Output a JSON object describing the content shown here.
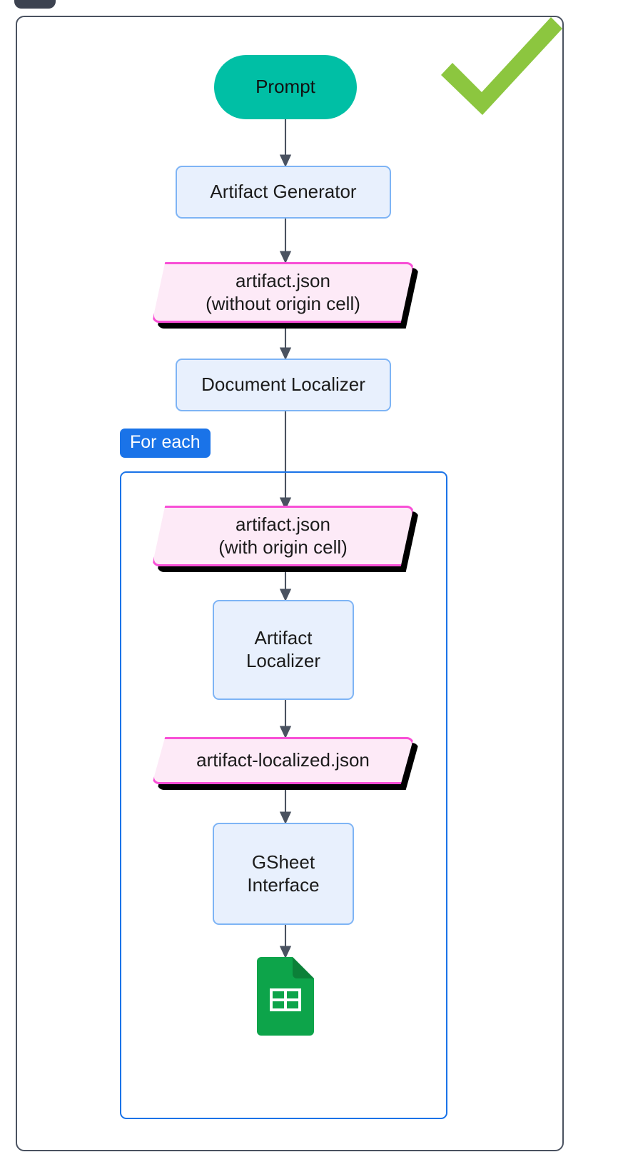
{
  "diagram": {
    "type": "flowchart",
    "direction": "top-down",
    "title": "",
    "status_marker": {
      "icon": "check-mark-icon",
      "color": "#8cc63f",
      "meaning": "approved"
    },
    "tab_stub": {
      "color": "#3c4250"
    },
    "palette": {
      "card_border": "#4a5260",
      "stadium_fill": "#00bfa5",
      "process_fill": "#e8f0fd",
      "process_border": "#7eb4f5",
      "data_fill": "#fdeaf7",
      "data_border": "#f84fd6",
      "data_shadow": "#000000",
      "subgraph_border": "#1a73e8",
      "badge_fill": "#1a73e8",
      "badge_text": "#ffffff",
      "edge_stroke": "#4a5260",
      "gsheet_green": "#0da44a",
      "gsheet_fold": "#0b8038",
      "check_green": "#8cc63f"
    },
    "nodes": [
      {
        "id": "prompt",
        "shape": "stadium",
        "label": "Prompt"
      },
      {
        "id": "artifact-generator",
        "shape": "process",
        "label": "Artifact Generator"
      },
      {
        "id": "artifact-json-no-cell",
        "shape": "parallelogram",
        "label": "artifact.json\n(without origin cell)"
      },
      {
        "id": "document-localizer",
        "shape": "process",
        "label": "Document Localizer"
      },
      {
        "id": "artifact-json-cell",
        "shape": "parallelogram",
        "label": "artifact.json\n(with origin cell)"
      },
      {
        "id": "artifact-localizer",
        "shape": "process",
        "label": "Artifact\nLocalizer"
      },
      {
        "id": "artifact-localized",
        "shape": "parallelogram",
        "label": "artifact-localized.json"
      },
      {
        "id": "gsheet-interface",
        "shape": "process",
        "label": "GSheet\nInterface"
      },
      {
        "id": "gsheet-file",
        "shape": "icon",
        "label": "",
        "icon": "google-sheets-icon"
      }
    ],
    "subgraph": {
      "id": "for-each",
      "label": "For each"
    },
    "edges": [
      {
        "from": "prompt",
        "to": "artifact-generator"
      },
      {
        "from": "artifact-generator",
        "to": "artifact-json-no-cell"
      },
      {
        "from": "artifact-json-no-cell",
        "to": "document-localizer"
      },
      {
        "from": "document-localizer",
        "to": "artifact-json-cell"
      },
      {
        "from": "artifact-json-cell",
        "to": "artifact-localizer"
      },
      {
        "from": "artifact-localizer",
        "to": "artifact-localized"
      },
      {
        "from": "artifact-localized",
        "to": "gsheet-interface"
      },
      {
        "from": "gsheet-interface",
        "to": "gsheet-file"
      }
    ]
  }
}
